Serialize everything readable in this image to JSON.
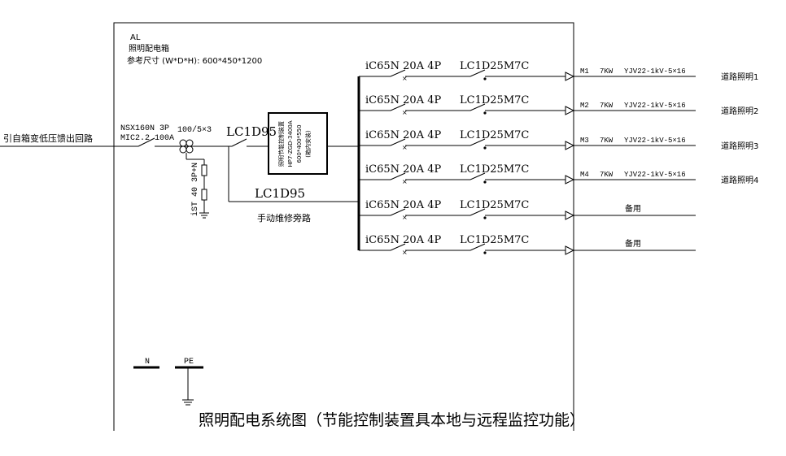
{
  "panel": {
    "code": "AL",
    "name": "照明配电箱",
    "size": "参考尺寸 (W*D*H): 600*450*1200"
  },
  "incoming": {
    "label": "引自箱变低压馈出回路",
    "breaker": "NSX160N 3P",
    "trip": "MIC2.2 100A",
    "ct": "100/5×3",
    "spd": "iST 40 3P+N",
    "contactor": "LC1D95"
  },
  "device": {
    "line1": "照明节能控制装置",
    "line2": "HP7-ZGD-3400A",
    "line3": "600*400*550",
    "line4": "(箱内安装)"
  },
  "bypass": {
    "contactor": "LC1D95",
    "label": "手动维修旁路"
  },
  "branches": [
    {
      "breaker": "iC65N  20A  4P",
      "contactor": "LC1D25M7C",
      "id": "M1",
      "power": "7KW",
      "cable": "YJV22-1kV-5×16",
      "dest": "道路照明1"
    },
    {
      "breaker": "iC65N  20A  4P",
      "contactor": "LC1D25M7C",
      "id": "M2",
      "power": "7KW",
      "cable": "YJV22-1kV-5×16",
      "dest": "道路照明2"
    },
    {
      "breaker": "iC65N  20A  4P",
      "contactor": "LC1D25M7C",
      "id": "M3",
      "power": "7KW",
      "cable": "YJV22-1kV-5×16",
      "dest": "道路照明3"
    },
    {
      "breaker": "iC65N  20A  4P",
      "contactor": "LC1D25M7C",
      "id": "M4",
      "power": "7KW",
      "cable": "YJV22-1kV-5×16",
      "dest": "道路照明4"
    },
    {
      "breaker": "iC65N  20A  4P",
      "contactor": "LC1D25M7C",
      "id": "",
      "power": "",
      "cable": "",
      "dest": "备用"
    },
    {
      "breaker": "iC65N  20A  4P",
      "contactor": "LC1D25M7C",
      "id": "",
      "power": "",
      "cable": "",
      "dest": "备用"
    }
  ],
  "buses": {
    "neutral": "N",
    "earth": "PE"
  },
  "caption": "照明配电系统图（节能控制装置具本地与远程监控功能）"
}
